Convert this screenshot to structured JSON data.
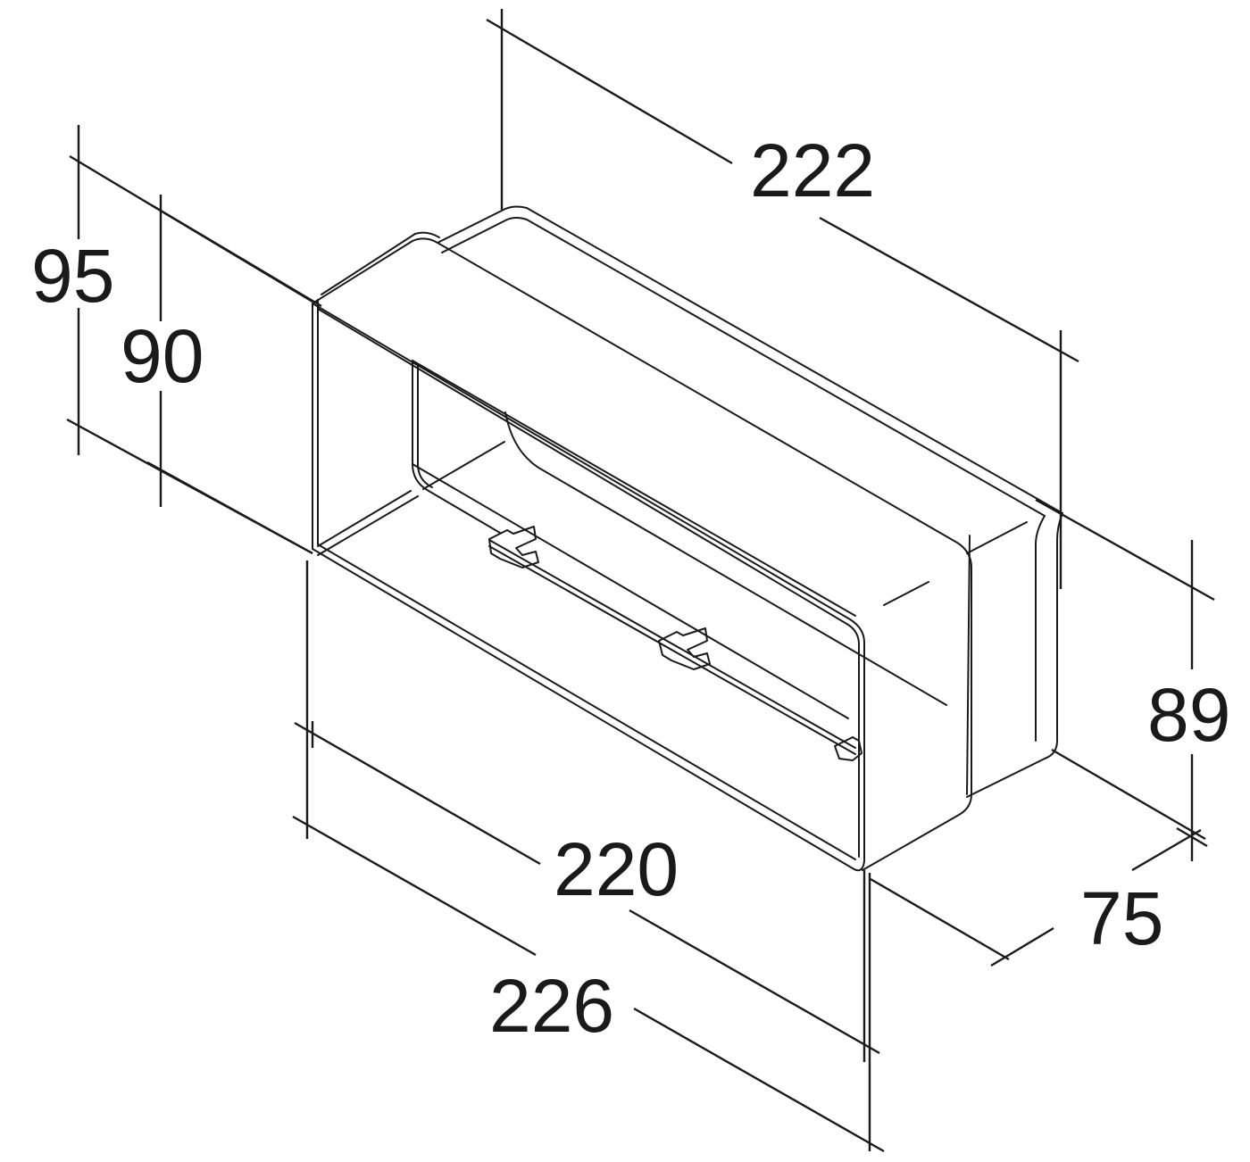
{
  "dimensions": {
    "length_top": "222",
    "height_outer": "95",
    "height_inner": "90",
    "height_right": "89",
    "depth_right": "75",
    "width_inner": "220",
    "width_outer": "226"
  }
}
